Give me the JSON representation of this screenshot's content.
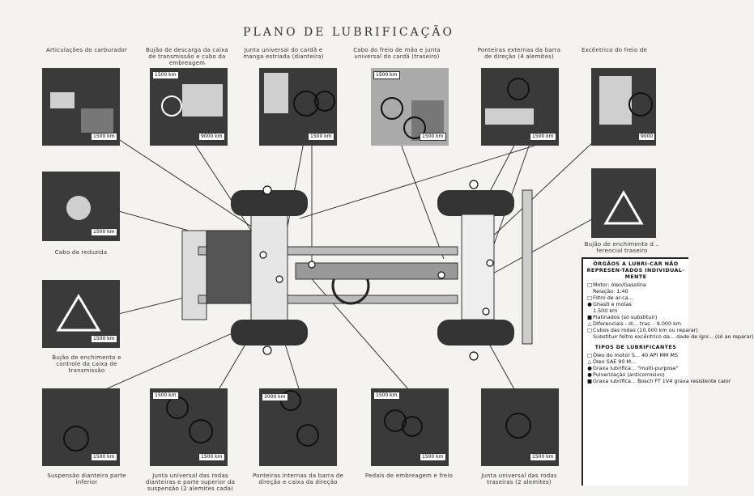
{
  "title": "PLANO DE LUBRIFICAÇÃO",
  "captions": {
    "top1": "Articulações do carburador",
    "top2": "Bujão de descarga da caixa de transmissão e cubo da embreagem",
    "top3": "Junta universal do cardã e manga estriada (dianteira)",
    "top4": "Cabo do freio de mão e junta universal do cardã (traseiro)",
    "top5": "Ponteiras externas da barra de direção (4 alemites)",
    "top6": "Excêntrico do freio de",
    "left1": "Cabo da reduzida",
    "left2": "Bujão de enchimento e controle da caixa de transmissão",
    "right1": "Bujão de enchimento d... ferencial traseiro",
    "bot1": "Suspensão dianteira parte inferior",
    "bot2": "Junta universal das rodas dianteiras e parte superior da suspensão (2 alemites cada)",
    "bot3": "Ponteiras internas da barra de direção e caixa da direção",
    "bot4": "Pedais de embreagem e freio",
    "bot5": "Junta universal das rodas traseiras (2 alemites)"
  },
  "km_labels": {
    "p1": "1500 km",
    "p2a": "1500 km",
    "p2b": "9000 km",
    "p3": "1500 km",
    "p4a": "1500 km",
    "p4b": "1500 km",
    "p5": "1500 km",
    "p6": "9000",
    "l1": "1500 km",
    "l2": "1500 km",
    "b1": "1500 km",
    "b2a": "1500 km",
    "b2b": "1500 km",
    "b3": "3000 km",
    "b4a": "1500 km",
    "b4b": "1500 km",
    "b5": "1500 km"
  },
  "legend": {
    "heading1": "ÓRGÃOS A LUBRI-CAR NÃO REPRESEN-TADOS INDIVIDUAL-MENTE",
    "items1": [
      {
        "sym": "□",
        "text": "Motor: óleo/Gasolina"
      },
      {
        "sym": "",
        "text": "Relação: 1:40"
      },
      {
        "sym": "□",
        "text": "Filtro de ar-ca..."
      },
      {
        "sym": "●",
        "text": "Ghasti e molas"
      },
      {
        "sym": "",
        "text": "1.500 km"
      },
      {
        "sym": "■",
        "text": "Platinados (só substituir)"
      },
      {
        "sym": "△",
        "text": "Diferenciais - di... tras. - 9.000 km"
      },
      {
        "sym": "□",
        "text": "Cubos das rodas (10.000 km ou reparar)"
      },
      {
        "sym": "",
        "text": "Substituir feltro excêntrico da... dade de igni... (só ao reparar)"
      }
    ],
    "heading2": "TIPOS DE LUBRIFICANTES",
    "items2": [
      {
        "sym": "□",
        "text": "Óleo do motor S... 40 API MM MS"
      },
      {
        "sym": "△",
        "text": "Óleo SAE 90 M..."
      },
      {
        "sym": "●",
        "text": "Graxa lubrifica... \"multi-purpose\""
      },
      {
        "sym": "●",
        "text": "Pulverização (anticorrosivo)"
      },
      {
        "sym": "■",
        "text": "Graxa lubrifica... Bosch FT 1V4 graxa resistente calor"
      }
    ]
  }
}
